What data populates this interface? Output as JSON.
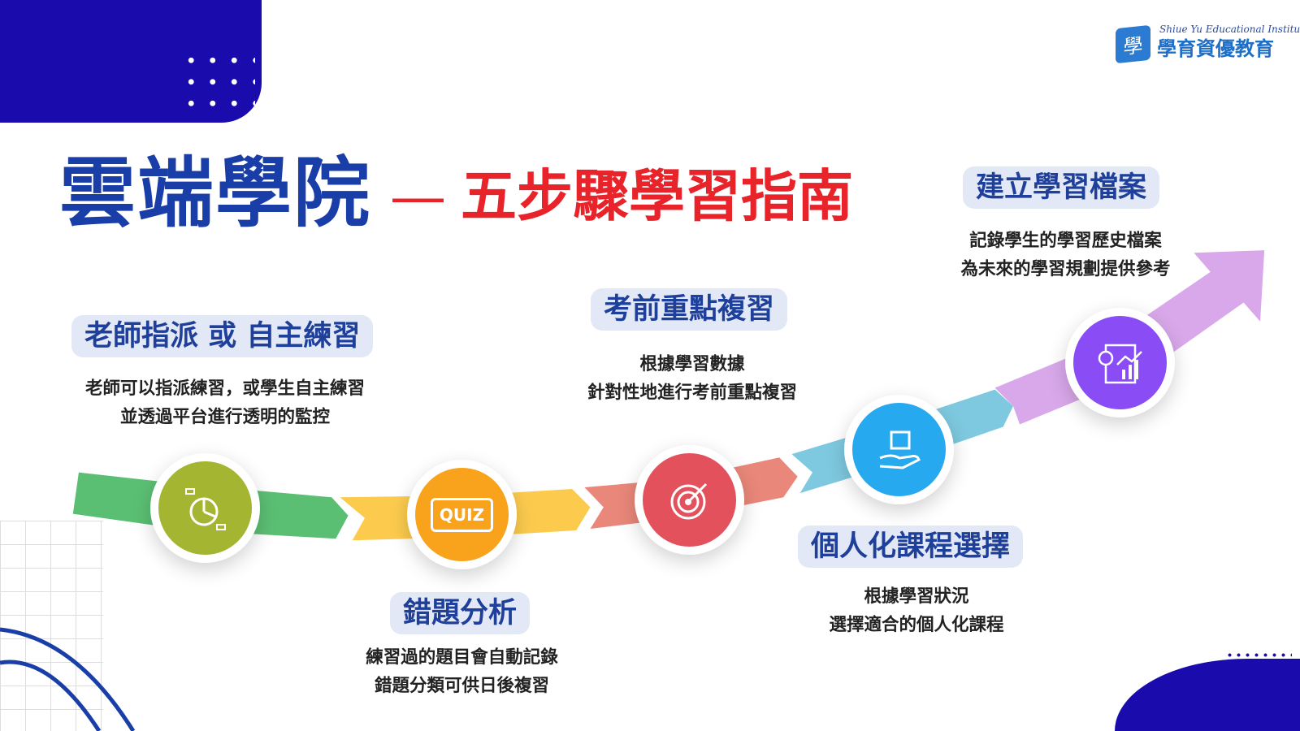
{
  "logo": {
    "cube": "學",
    "english": "Shiue Yu Educational Institution",
    "chinese": "學育資優教育"
  },
  "title": {
    "main": "雲端學院",
    "dash": "—",
    "sub": "五步驟學習指南"
  },
  "steps": [
    {
      "label": "老師指派 或 自主練習",
      "lines": [
        "老師可以指派練習，或學生自主練習",
        "並透過平台進行透明的監控"
      ],
      "icon": "pie-chart-icon",
      "color": "#a3b531"
    },
    {
      "label": "錯題分析",
      "lines": [
        "練習過的題目會自動記錄",
        "錯題分類可供日後複習"
      ],
      "icon": "quiz-icon",
      "icon_text": "QUIZ",
      "color": "#f9a21b"
    },
    {
      "label": "考前重點複習",
      "lines": [
        "根據學習數據",
        "針對性地進行考前重點複習"
      ],
      "icon": "target-icon",
      "color": "#e3525c"
    },
    {
      "label": "個人化課程選擇",
      "lines": [
        "根據學習狀況",
        "選擇適合的個人化課程"
      ],
      "icon": "hand-box-icon",
      "color": "#27a9f0"
    },
    {
      "label": "建立學習檔案",
      "lines": [
        "記錄學生的學習歷史檔案",
        "為未來的學習規劃提供參考"
      ],
      "icon": "report-chart-icon",
      "color": "#8a4df5"
    }
  ],
  "colors": {
    "navy": "#1a0bad",
    "title_blue": "#1a3ea8",
    "title_red": "#e8232a"
  }
}
